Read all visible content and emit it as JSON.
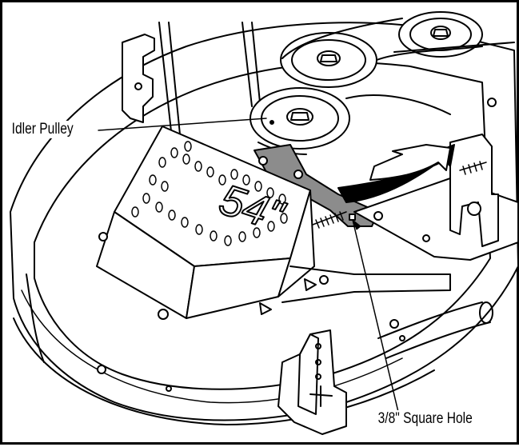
{
  "callouts": {
    "idler_pulley": "Idler Pulley",
    "square_hole": "3/8\" Square Hole"
  },
  "deck_badge": "54\"",
  "colors": {
    "line": "#000000",
    "fill": "#ffffff",
    "shade": "#8c8c8c",
    "arrow": "#000000"
  }
}
